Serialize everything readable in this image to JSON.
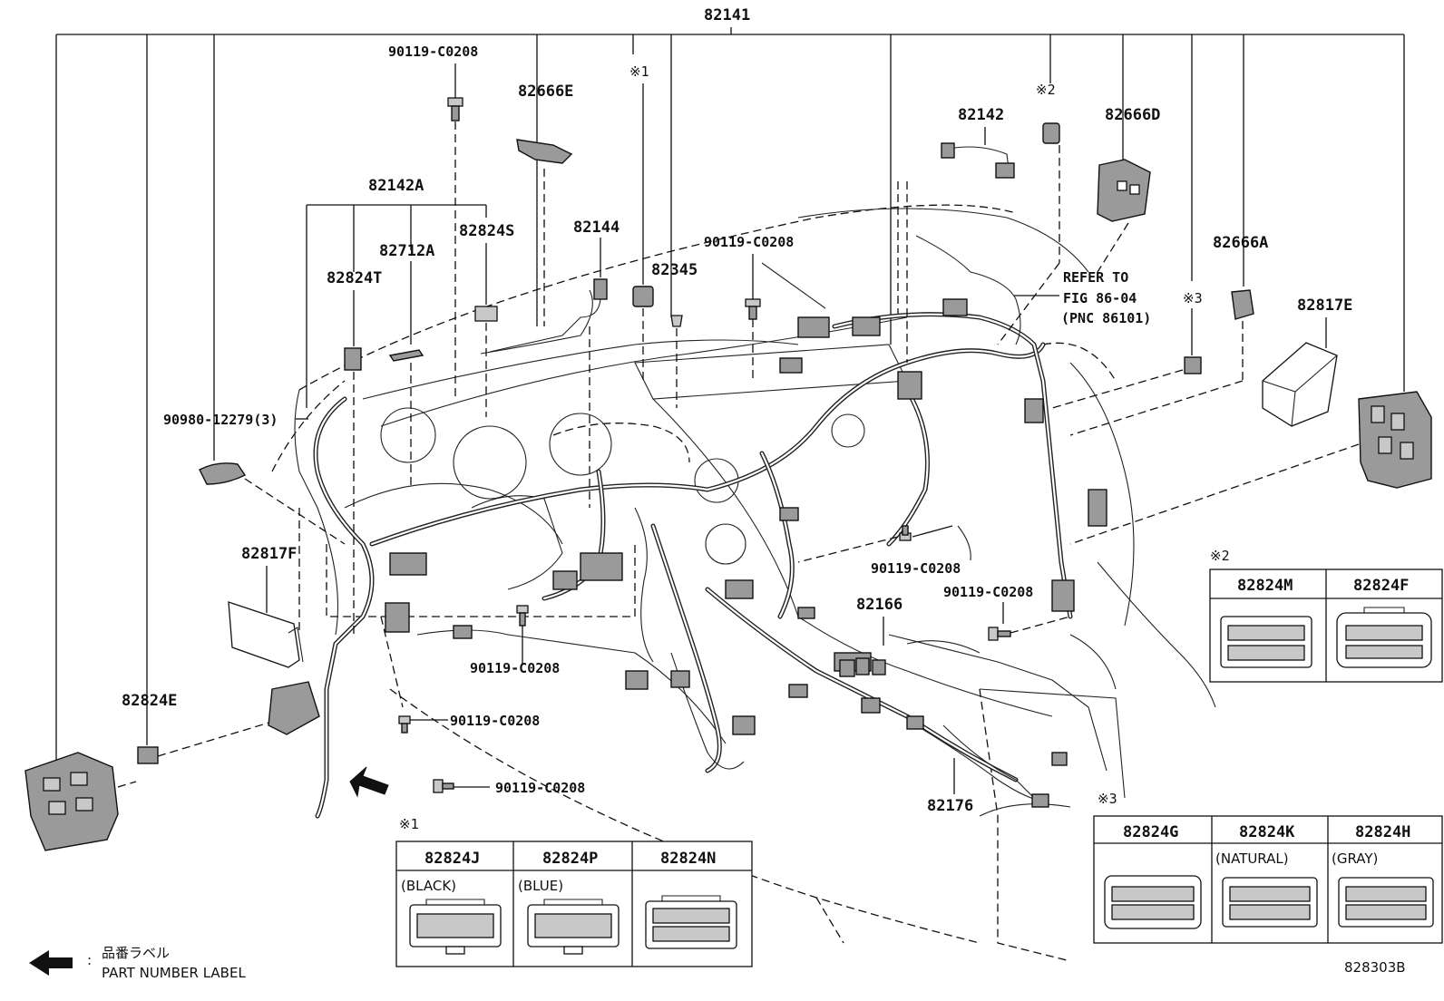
{
  "labels": {
    "main": "82141",
    "p82142": "82142",
    "p82142a": "82142A",
    "p82144": "82144",
    "p82345": "82345",
    "p82666e": "82666E",
    "p82666d": "82666D",
    "p82666a": "82666A",
    "p82712a": "82712A",
    "p82824s": "82824S",
    "p82824t": "82824T",
    "p82817e": "82817E",
    "p82817f": "82817F",
    "p82824e": "82824E",
    "p82166": "82166",
    "p82176": "82176",
    "p90980": "90980-12279(3)",
    "bolt": "90119-C0208"
  },
  "refer": [
    "REFER TO",
    "FIG 86-04",
    "(PNC 86101)"
  ],
  "marks": {
    "m1": "※1",
    "m2": "※2",
    "m3": "※3"
  },
  "tables": {
    "t1": {
      "mark": "※1",
      "cols": [
        {
          "part": "82824J",
          "color": "(BLACK)"
        },
        {
          "part": "82824P",
          "color": "(BLUE)"
        },
        {
          "part": "82824N",
          "color": ""
        }
      ]
    },
    "t2": {
      "mark": "※2",
      "cols": [
        {
          "part": "82824M",
          "color": ""
        },
        {
          "part": "82824F",
          "color": ""
        }
      ]
    },
    "t3": {
      "mark": "※3",
      "cols": [
        {
          "part": "82824G",
          "color": ""
        },
        {
          "part": "82824K",
          "color": "(NATURAL)"
        },
        {
          "part": "82824H",
          "color": "(GRAY)"
        }
      ]
    }
  },
  "legend": {
    "jp": "品番ラベル",
    "colon": ":",
    "en": "PART NUMBER LABEL"
  },
  "figure_id": "828303B"
}
